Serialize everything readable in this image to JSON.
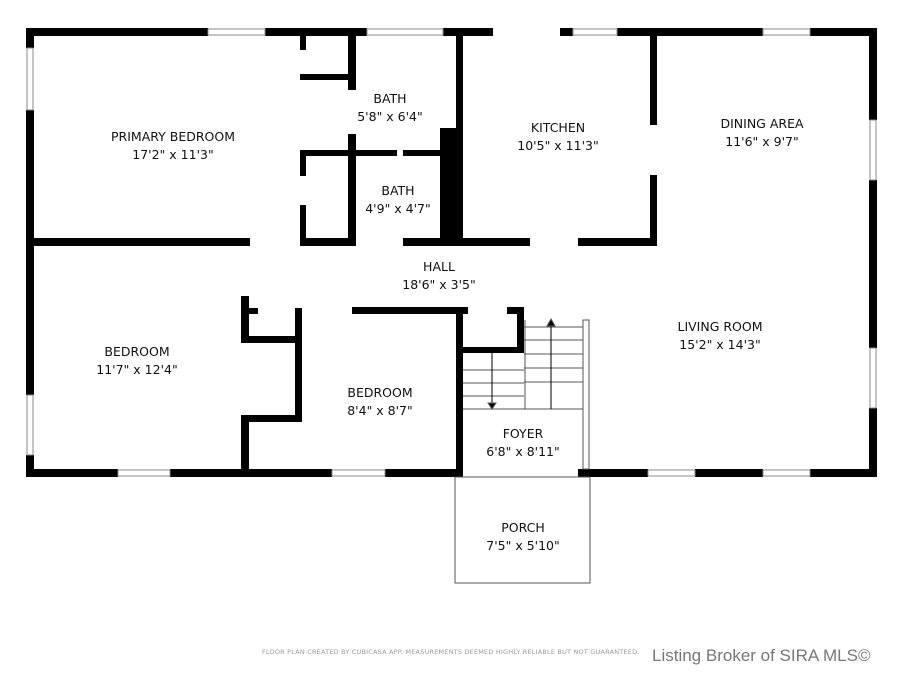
{
  "rooms": {
    "primary_bedroom": {
      "name": "PRIMARY BEDROOM",
      "size": "17'2\" x 11'3\""
    },
    "bath1": {
      "name": "BATH",
      "size": "5'8\" x 6'4\""
    },
    "bath2": {
      "name": "BATH",
      "size": "4'9\" x 4'7\""
    },
    "kitchen": {
      "name": "KITCHEN",
      "size": "10'5\" x 11'3\""
    },
    "dining_area": {
      "name": "DINING AREA",
      "size": "11'6\" x 9'7\""
    },
    "hall": {
      "name": "HALL",
      "size": "18'6\" x 3'5\""
    },
    "bedroom1": {
      "name": "BEDROOM",
      "size": "11'7\" x 12'4\""
    },
    "bedroom2": {
      "name": "BEDROOM",
      "size": "8'4\" x 8'7\""
    },
    "living_room": {
      "name": "LIVING ROOM",
      "size": "15'2\" x 14'3\""
    },
    "foyer": {
      "name": "FOYER",
      "size": "6'8\" x 8'11\""
    },
    "porch": {
      "name": "PORCH",
      "size": "7'5\" x 5'10\""
    }
  },
  "footer": {
    "disclaimer": "FLOOR PLAN CREATED BY CUBICASA APP. MEASUREMENTS DEEMED HIGHLY RELIABLE BUT NOT GUARANTEED.",
    "credit": "Listing Broker of SIRA MLS©"
  },
  "colors": {
    "wall": "#000000",
    "background": "#ffffff",
    "window": "#888888"
  }
}
